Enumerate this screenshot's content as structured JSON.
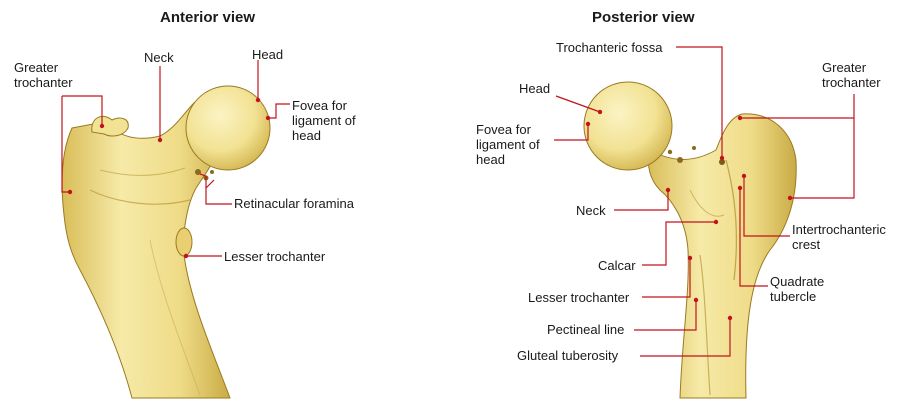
{
  "colors": {
    "bone": "#f2e293",
    "bone_shadow": "#d8bd55",
    "bone_dark": "#9a7a22",
    "leader": "#c0141c"
  },
  "views": [
    {
      "title": "Anterior view",
      "labels": {
        "greater_trochanter": "Greater\ntrochanter",
        "neck": "Neck",
        "head": "Head",
        "fovea": "Fovea for\nligament of\nhead",
        "retinacular_foramina": "Retinacular foramina",
        "lesser_trochanter": "Lesser trochanter"
      }
    },
    {
      "title": "Posterior view",
      "labels": {
        "trochanteric_fossa": "Trochanteric fossa",
        "head": "Head",
        "fovea": "Fovea for\nligament of\nhead",
        "greater_trochanter": "Greater\ntrochanter",
        "neck": "Neck",
        "intertrochanteric_crest": "Intertrochanteric\ncrest",
        "calcar": "Calcar",
        "quadrate_tubercle": "Quadrate\ntubercle",
        "lesser_trochanter": "Lesser trochanter",
        "pectineal_line": "Pectineal line",
        "gluteal_tuberosity": "Gluteal tuberosity"
      }
    }
  ]
}
